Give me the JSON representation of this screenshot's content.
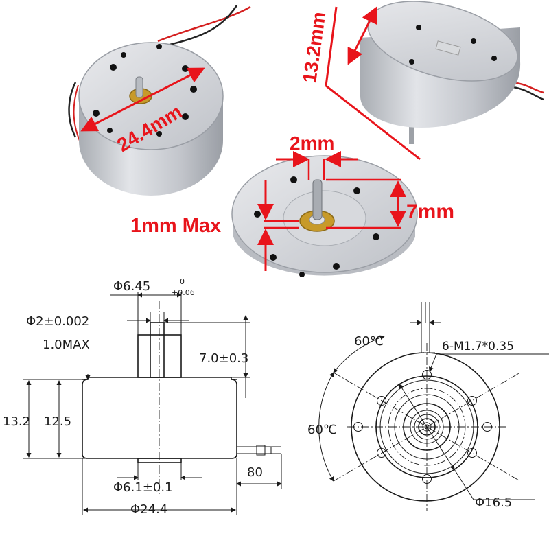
{
  "photo_labels": {
    "diameter": "24.4mm",
    "height": "13.2mm",
    "shaft_diameter": "2mm",
    "shaft_length": "7mm",
    "boss_height": "1mm Max"
  },
  "side_view": {
    "boss_diameter_main": "Φ6.45",
    "boss_tol_upper": "0",
    "boss_tol_lower": "+0.06",
    "shaft_diameter": "Φ2±0.002",
    "boss_height": "1.0MAX",
    "shaft_length": "7.0±0.3",
    "total_height": "13.2",
    "body_height": "12.5",
    "bottom_boss": "Φ6.1±0.1",
    "body_diameter": "Φ24.4",
    "wire_length": "80"
  },
  "top_view": {
    "angle_top": "60℃",
    "angle_left": "60℃",
    "holes": "6-M1.7*0.35",
    "bolt_circle": "Φ16.5"
  },
  "colors": {
    "dimension_red": "#e8141b",
    "drawing_line": "#1a1a1a",
    "motor_metal": "#c9cbd0"
  }
}
